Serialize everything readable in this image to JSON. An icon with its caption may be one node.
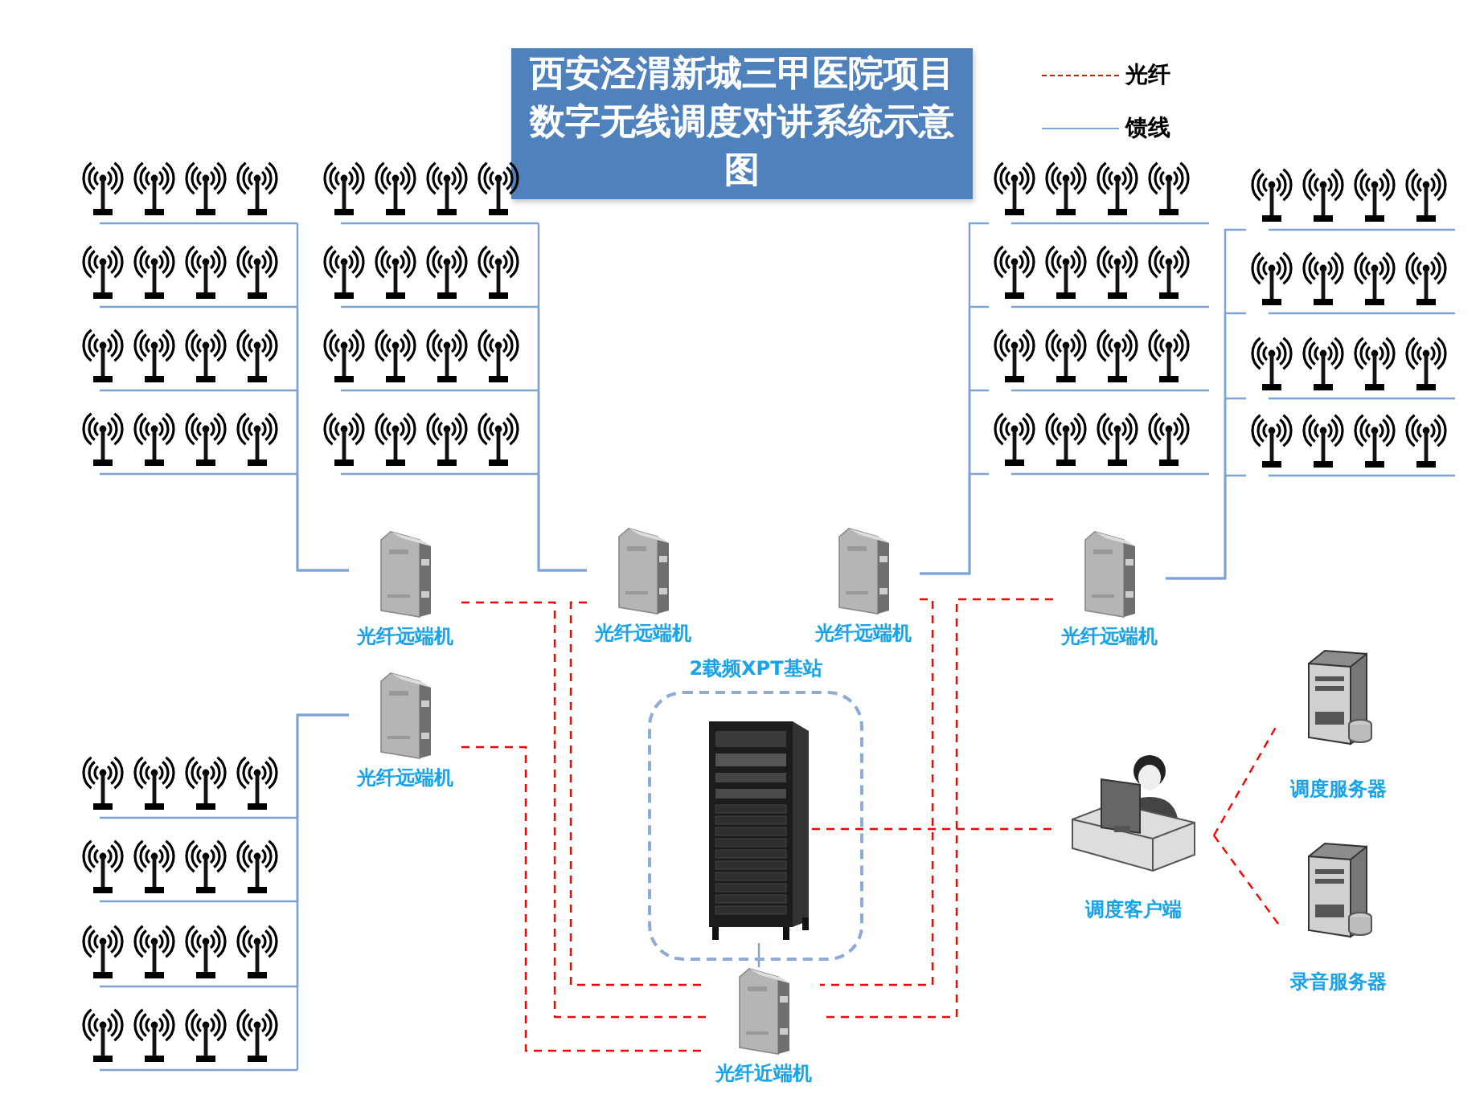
{
  "diagram": {
    "title": "西安泾渭新城三甲医院项目数字无线调度对讲系统示意图",
    "nodes": [
      {
        "text": [
          "光纤远端机"
        ]
      },
      {
        "text": [
          "光纤远端机"
        ]
      },
      {
        "text": [
          "光纤远端机"
        ]
      },
      {
        "text": [
          "光纤远端机"
        ]
      },
      {
        "text": [
          "光纤远端机"
        ]
      },
      {
        "text": [
          "2载频XPT基站"
        ]
      },
      {
        "text": [],
        "shape": "picture",
        "in": 5
      },
      {
        "text": [
          "光纤近端机"
        ]
      },
      {
        "text": [
          "调度客户端"
        ]
      },
      {
        "text": [
          "调度服务器"
        ]
      },
      {
        "text": [
          "录音服务器"
        ]
      },
      {
        "text": [],
        "shape": "picture"
      },
      {
        "text": [],
        "shape": "picture"
      },
      {
        "text": [],
        "shape": "picture"
      },
      {
        "text": [],
        "shape": "picture"
      },
      {
        "text": [],
        "shape": "picture"
      },
      {
        "text": [],
        "shape": "picture"
      },
      {
        "text": [],
        "shape": "picture"
      },
      {
        "text": [],
        "shape": "picture"
      },
      {
        "text": [],
        "shape": "picture"
      },
      {
        "text": [],
        "shape": "picture"
      },
      {
        "text": [],
        "shape": "picture"
      },
      {
        "text": [],
        "shape": "picture"
      },
      {
        "text": [],
        "shape": "picture"
      },
      {
        "text": [],
        "shape": "picture"
      },
      {
        "text": [],
        "shape": "picture"
      },
      {
        "text": [],
        "shape": "picture"
      },
      {
        "text": [],
        "shape": "picture"
      },
      {
        "text": [],
        "shape": "picture"
      },
      {
        "text": [],
        "shape": "picture"
      },
      {
        "text": [],
        "shape": "picture"
      }
    ],
    "edges": [
      {
        "from": 11,
        "to": 0,
        "arrow": "none"
      },
      {
        "from": 12,
        "to": 0,
        "arrow": "none"
      },
      {
        "from": 13,
        "to": 0,
        "arrow": "none"
      },
      {
        "from": 14,
        "to": 0,
        "arrow": "none"
      },
      {
        "from": 15,
        "to": 1,
        "arrow": "none"
      },
      {
        "from": 16,
        "to": 1,
        "arrow": "none"
      },
      {
        "from": 17,
        "to": 1,
        "arrow": "none"
      },
      {
        "from": 18,
        "to": 1,
        "arrow": "none"
      },
      {
        "from": 19,
        "to": 2,
        "arrow": "none"
      },
      {
        "from": 20,
        "to": 2,
        "arrow": "none"
      },
      {
        "from": 21,
        "to": 2,
        "arrow": "none"
      },
      {
        "from": 22,
        "to": 2,
        "arrow": "none"
      },
      {
        "from": 23,
        "to": 3,
        "arrow": "none"
      },
      {
        "from": 24,
        "to": 3,
        "arrow": "none"
      },
      {
        "from": 25,
        "to": 3,
        "arrow": "none"
      },
      {
        "from": 26,
        "to": 3,
        "arrow": "none"
      },
      {
        "from": 27,
        "to": 4,
        "arrow": "none"
      },
      {
        "from": 28,
        "to": 4,
        "arrow": "none"
      },
      {
        "from": 29,
        "to": 4,
        "arrow": "none"
      },
      {
        "from": 30,
        "to": 4,
        "arrow": "none"
      },
      {
        "from": 0,
        "to": 7,
        "arrow": "none",
        "style": "dashed",
        "color": "#ff0000"
      },
      {
        "from": 1,
        "to": 7,
        "arrow": "none",
        "style": "dashed",
        "color": "#ff0000"
      },
      {
        "from": 2,
        "to": 7,
        "arrow": "none",
        "style": "dashed",
        "color": "#ff0000"
      },
      {
        "from": 3,
        "to": 7,
        "arrow": "none",
        "style": "dashed",
        "color": "#ff0000"
      },
      {
        "from": 4,
        "to": 7,
        "arrow": "none",
        "style": "dashed",
        "color": "#ff0000"
      },
      {
        "from": 6,
        "to": 7,
        "arrow": "none"
      },
      {
        "from": 6,
        "to": 8,
        "arrow": "none",
        "style": "dashed",
        "color": "#ff0000"
      },
      {
        "from": 8,
        "to": 9,
        "arrow": "none",
        "style": "dashed",
        "color": "#ff0000"
      },
      {
        "from": 8,
        "to": 10,
        "arrow": "none",
        "style": "dashed",
        "color": "#ff0000"
      }
    ],
    "legend": [
      {
        "text": "光纤"
      },
      {
        "text": "馈线"
      }
    ]
  }
}
